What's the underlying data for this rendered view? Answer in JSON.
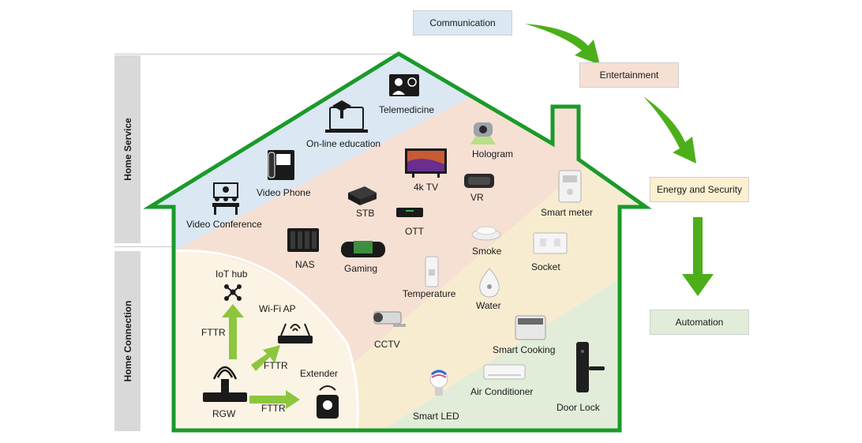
{
  "sidebar": {
    "home_service": "Home Service",
    "home_connection": "Home Connection"
  },
  "categories": {
    "communication": "Communication",
    "entertainment": "Entertainment",
    "energy_security": "Energy and Security",
    "automation": "Automation"
  },
  "colors": {
    "house_outline": "#1a9a2a",
    "zone_communication": "#dbe7f3",
    "zone_entertainment": "#f6e0d4",
    "zone_energy": "#f8ecd0",
    "zone_automation": "#e1edd8",
    "arrow_green": "#4caf1a",
    "fttr_arrow": "#8cc63f"
  },
  "devices": {
    "telemedicine": "Telemedicine",
    "online_education": "On-line education",
    "video_phone": "Video Phone",
    "video_conference": "Video Conference",
    "hologram": "Hologram",
    "tv_4k": "4k TV",
    "vr": "VR",
    "stb": "STB",
    "ott": "OTT",
    "smart_meter": "Smart meter",
    "nas": "NAS",
    "gaming": "Gaming",
    "smoke": "Smoke",
    "socket": "Socket",
    "temperature": "Temperature",
    "water": "Water",
    "cctv": "CCTV",
    "smart_cooking": "Smart Cooking",
    "air_conditioner": "Air Conditioner",
    "door_lock": "Door Lock",
    "smart_led": "Smart LED"
  },
  "network": {
    "iot_hub": "IoT hub",
    "wifi_ap": "Wi-Fi AP",
    "extender": "Extender",
    "rgw": "RGW",
    "fttr_1": "FTTR",
    "fttr_2": "FTTR",
    "fttr_3": "FTTR"
  }
}
